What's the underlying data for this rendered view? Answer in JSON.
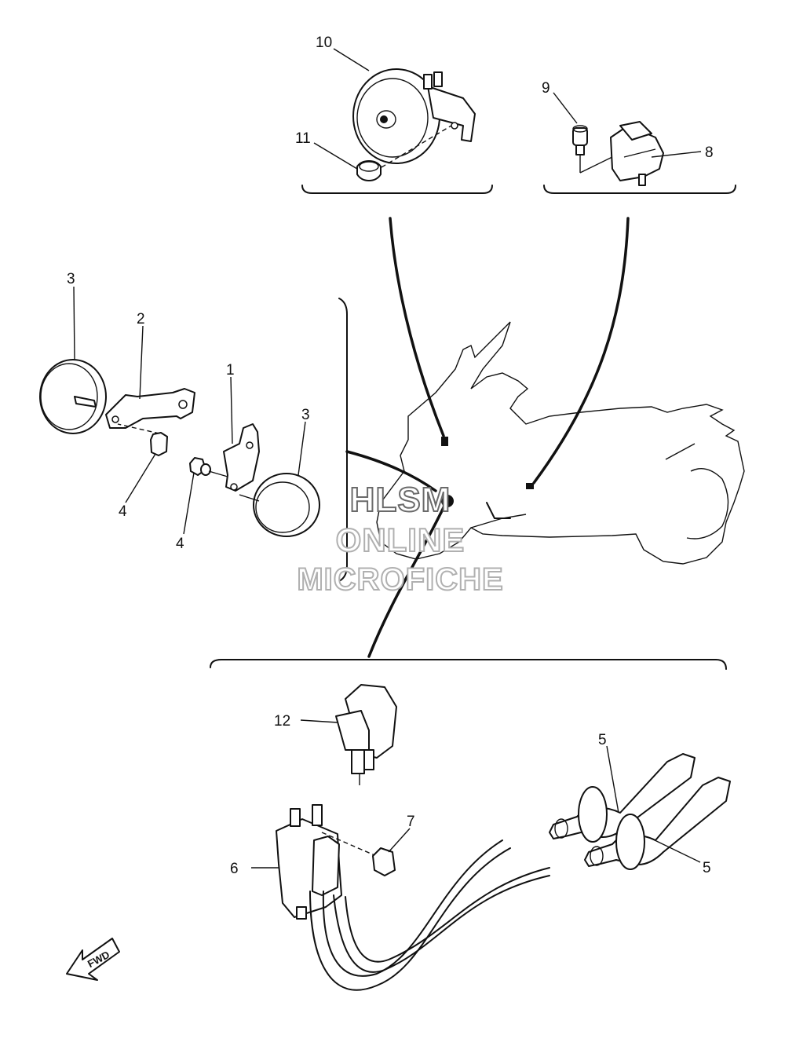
{
  "callouts": {
    "c1": "1",
    "c2": "2",
    "c3a": "3",
    "c3b": "3",
    "c4a": "4",
    "c4b": "4",
    "c5a": "5",
    "c5b": "5",
    "c6": "6",
    "c7": "7",
    "c8": "8",
    "c9": "9",
    "c10": "10",
    "c11": "11",
    "c12": "12"
  },
  "direction_label": "FWD",
  "watermark": {
    "line1": "HLSM",
    "line2": "ONLINE",
    "line3": "MICROFICHE"
  }
}
